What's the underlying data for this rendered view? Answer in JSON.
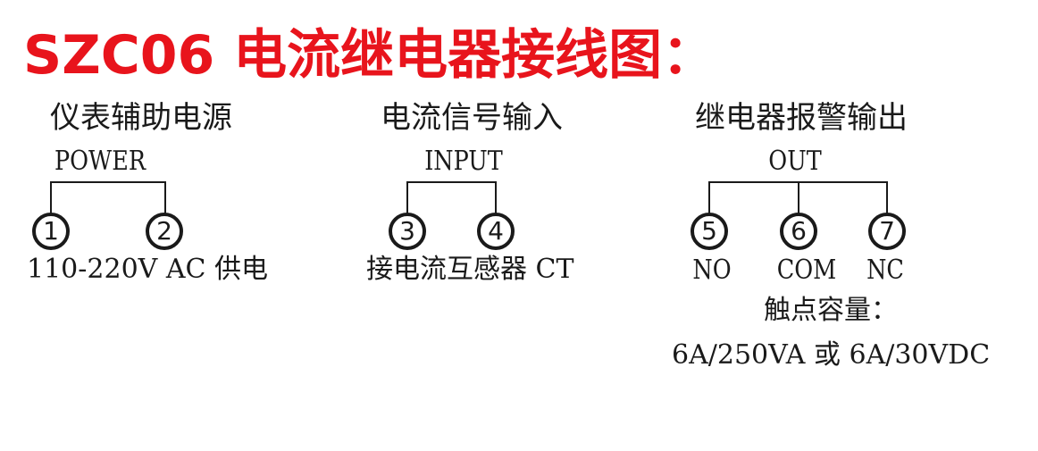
{
  "title": "SZC06 电流继电器接线图：",
  "colors": {
    "title": "#e8141c",
    "ink": "#1a1a1a",
    "background": "#ffffff"
  },
  "groups": {
    "power": {
      "label": "仪表辅助电源",
      "sub_label": "POWER",
      "terminals": [
        "1",
        "2"
      ],
      "note": "110-220V AC 供电"
    },
    "input": {
      "label": "电流信号输入",
      "sub_label": "INPUT",
      "terminals": [
        "3",
        "4"
      ],
      "note": "接电流互感器 CT"
    },
    "output": {
      "label": "继电器报警输出",
      "sub_label": "OUT",
      "terminals": [
        "5",
        "6",
        "7"
      ],
      "terminal_labels": [
        "NO",
        "COM",
        "NC"
      ],
      "capacity_label": "触点容量：",
      "capacity_value": "6A/250VA 或 6A/30VDC"
    }
  }
}
